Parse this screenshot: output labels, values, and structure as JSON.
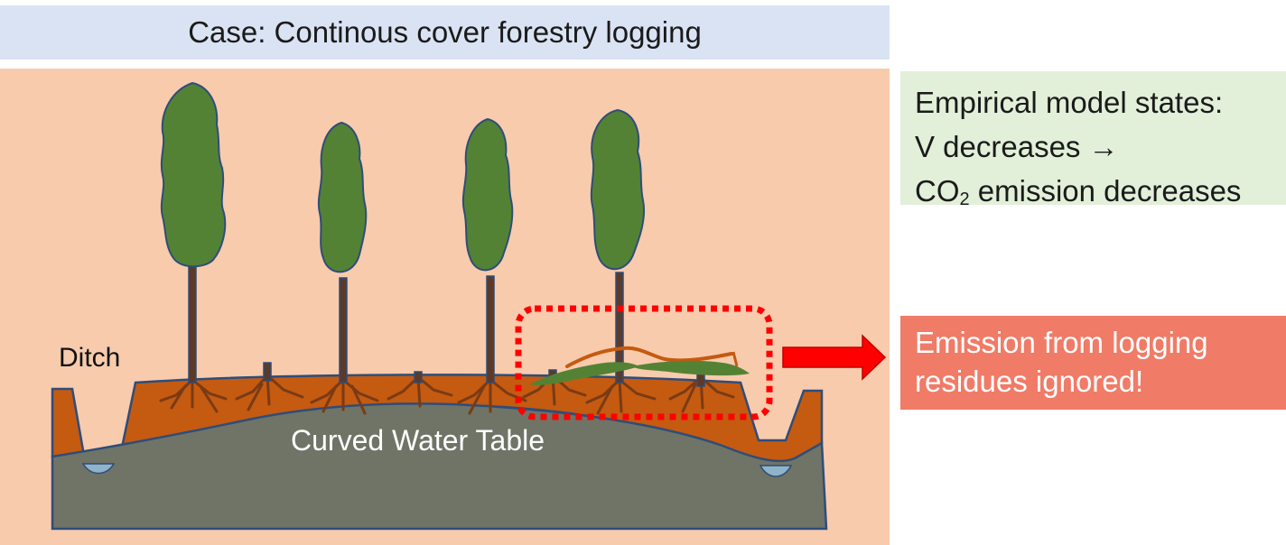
{
  "title": "Case: Continous cover forestry logging",
  "model_box": {
    "line1": "Empirical model states:",
    "line2": "V decreases →",
    "line3_prefix": "CO",
    "line3_sub": "2",
    "line3_suffix": " emission decreases"
  },
  "warning_box": {
    "line1": "Emission from logging",
    "line2": "residues ignored!"
  },
  "labels": {
    "ditch": "Ditch",
    "water_table": "Curved Water Table"
  },
  "colors": {
    "title_bg": "#dae3f3",
    "scene_bg": "#f8cbad",
    "peat": "#c55a11",
    "water_table": "#6f7466",
    "tree_crown": "#548235",
    "trunk": "#5b3a29",
    "residue_highlight": "#ff0000",
    "arrow": "#ff0000",
    "model_box_bg": "#e2efd9",
    "warning_box_bg": "#f07b67"
  }
}
